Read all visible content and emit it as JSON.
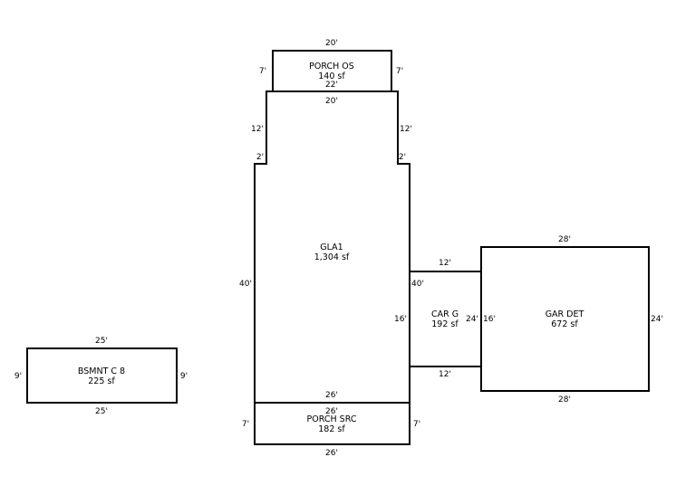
{
  "areas": {
    "porch_os": {
      "name": "PORCH OS",
      "area": "140 sf",
      "dims": {
        "top": "20'",
        "bottom": "22'",
        "left": "7'",
        "right": "7'"
      }
    },
    "gla1": {
      "name": "GLA1",
      "area": "1,304 sf",
      "dims": {
        "top": "20'",
        "left_upper": "12'",
        "right_upper": "12'",
        "left_jog": "2'",
        "right_jog": "2'",
        "left": "40'",
        "right_upper_long": "40'",
        "right_lower": "16'",
        "bottom": "26'"
      }
    },
    "porch_src": {
      "name": "PORCH SRC",
      "area": "182 sf",
      "dims": {
        "top": "26'",
        "bottom": "26'",
        "left": "7'",
        "right": "7'"
      }
    },
    "car_g": {
      "name": "CAR G",
      "area": "192 sf",
      "dims": {
        "top": "12'",
        "bottom": "12'",
        "right": "16'"
      }
    },
    "gar_det": {
      "name": "GAR DET",
      "area": "672 sf",
      "dims": {
        "top": "28'",
        "bottom": "28'",
        "left": "24'",
        "right": "24'"
      }
    },
    "bsmnt": {
      "name": "BSMNT C 8",
      "area": "225 sf",
      "dims": {
        "top": "25'",
        "bottom": "25'",
        "left": "9'",
        "right": "9'"
      }
    }
  }
}
